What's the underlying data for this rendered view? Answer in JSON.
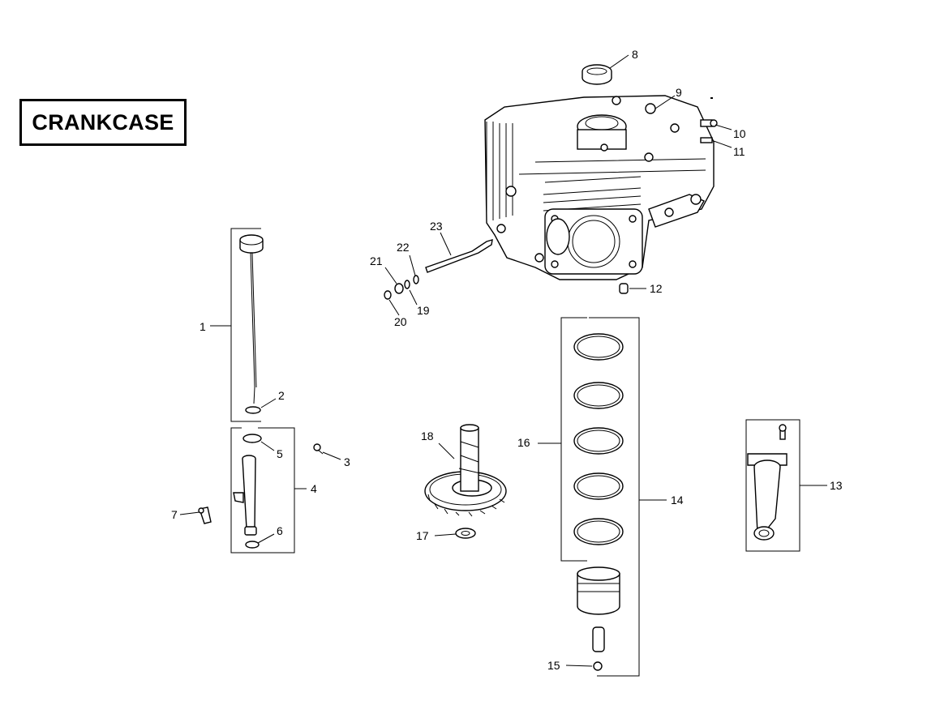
{
  "title": "CRANKCASE",
  "callouts": [
    "1",
    "2",
    "3",
    "4",
    "5",
    "6",
    "7",
    "8",
    "9",
    "10",
    "11",
    "12",
    "13",
    "14",
    "15",
    "16",
    "17",
    "18",
    "19",
    "20",
    "21",
    "22",
    "23"
  ]
}
